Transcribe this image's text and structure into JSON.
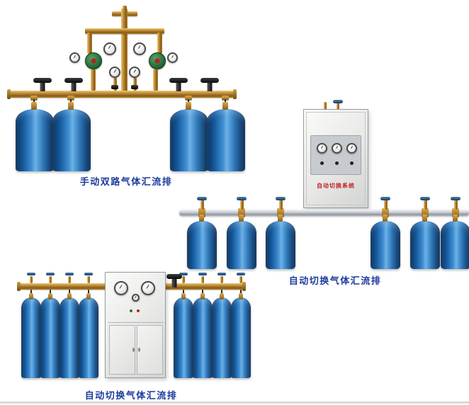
{
  "page": {
    "background": "#ffffff"
  },
  "products": [
    {
      "id": "manual-dual-manifold",
      "caption": "手动双路气体汇流排",
      "cylinder_count": 4
    },
    {
      "id": "auto-switch-manifold-wall-cabinet",
      "caption": "自动切换气体汇流排",
      "cabinet_label": "自动切换系统",
      "cylinder_count": 6
    },
    {
      "id": "auto-switch-manifold-floor-cabinet",
      "caption": "自动切换气体汇流排",
      "cylinder_count": 8
    }
  ],
  "colors": {
    "caption_text": "#1c3b9e",
    "cylinder_blue_dark": "#0c3158",
    "cylinder_blue_light": "#6cb2e8",
    "brass_pipe": "#c8963a",
    "aluminum_pipe": "#cdd2d8",
    "cabinet_body": "#e7e8e6",
    "cabinet_label_red": "#c22222",
    "valve_handle_black": "#161616"
  }
}
